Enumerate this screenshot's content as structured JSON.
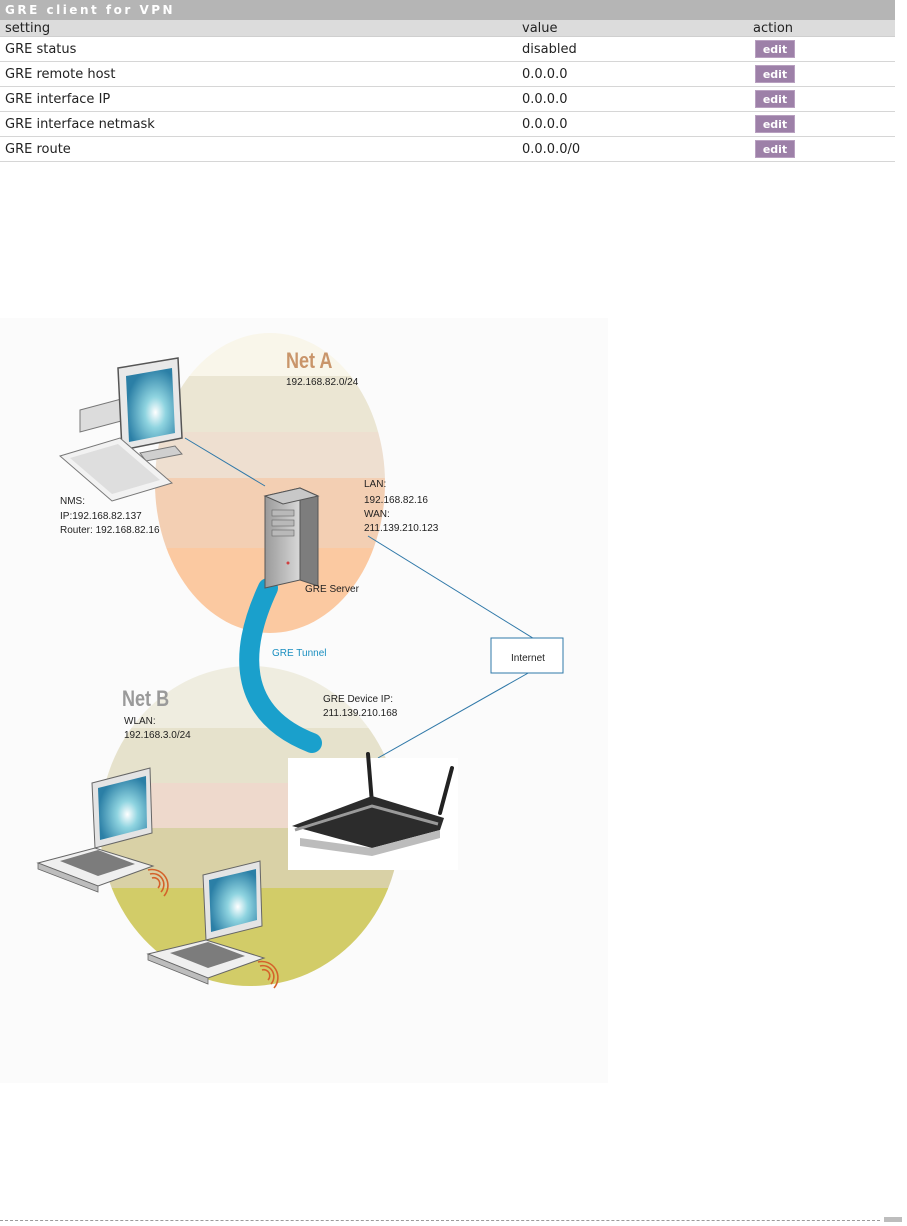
{
  "panel": {
    "title": "GRE client for VPN",
    "columns": {
      "setting": "setting",
      "value": "value",
      "action": "action"
    },
    "rows": [
      {
        "setting": "GRE status",
        "value": "disabled",
        "action": "edit"
      },
      {
        "setting": "GRE remote host",
        "value": "0.0.0.0",
        "action": "edit"
      },
      {
        "setting": "GRE interface IP",
        "value": "0.0.0.0",
        "action": "edit"
      },
      {
        "setting": "GRE interface netmask",
        "value": "0.0.0.0",
        "action": "edit"
      },
      {
        "setting": "GRE route",
        "value": "0.0.0.0/0",
        "action": "edit"
      }
    ]
  },
  "diagram": {
    "net_a": {
      "title": "Net A",
      "subnet": "192.168.82.0/24"
    },
    "nms": {
      "line1": "NMS:",
      "line2": "IP:192.168.82.137",
      "line3": "Router: 192.168.82.16"
    },
    "server": {
      "lan_label": "LAN:",
      "lan_ip": "192.168.82.16",
      "wan_label": "WAN:",
      "wan_ip": "211.139.210.123",
      "name": "GRE Server"
    },
    "tunnel_label": "GRE Tunnel",
    "internet_label": "Internet",
    "device": {
      "label": "GRE Device IP:",
      "ip": "211.139.210.168"
    },
    "net_b": {
      "title": "Net B",
      "wlan_label": "WLAN:",
      "subnet": "192.168.3.0/24"
    }
  },
  "colors": {
    "title_bar": "#b5b5b5",
    "edit_button": "#9d80a8",
    "net_a_title": "#c9956a",
    "net_b_title": "#9a9a9a",
    "tunnel": "#1aa0cc",
    "link_line": "#2f78a8"
  }
}
